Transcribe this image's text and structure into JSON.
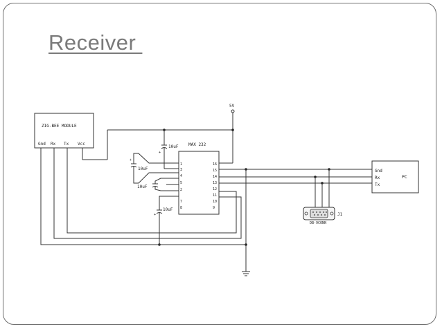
{
  "slide": {
    "title": "Receiver "
  },
  "schematic": {
    "zigbee_module": {
      "title": "ZIG-BEE MODULE",
      "pins": [
        "Gnd",
        "Rx",
        "Tx",
        "Vcc"
      ]
    },
    "supply_label": "5V",
    "ic": {
      "name": "MAX 232",
      "left_pins": [
        "1",
        "3",
        "4",
        "5",
        "2",
        "7",
        "8"
      ],
      "right_pins": [
        "16",
        "15",
        "14",
        "13",
        "12",
        "11",
        "10",
        "9"
      ]
    },
    "capacitors": [
      "10uF",
      "10uF",
      "10uF",
      "10uF"
    ],
    "pc": {
      "title": "PC",
      "pins": [
        "Gnd",
        "Rx",
        "Tx"
      ]
    },
    "connector": {
      "ref": "J1",
      "sub_label": "DB-9CONN"
    }
  }
}
